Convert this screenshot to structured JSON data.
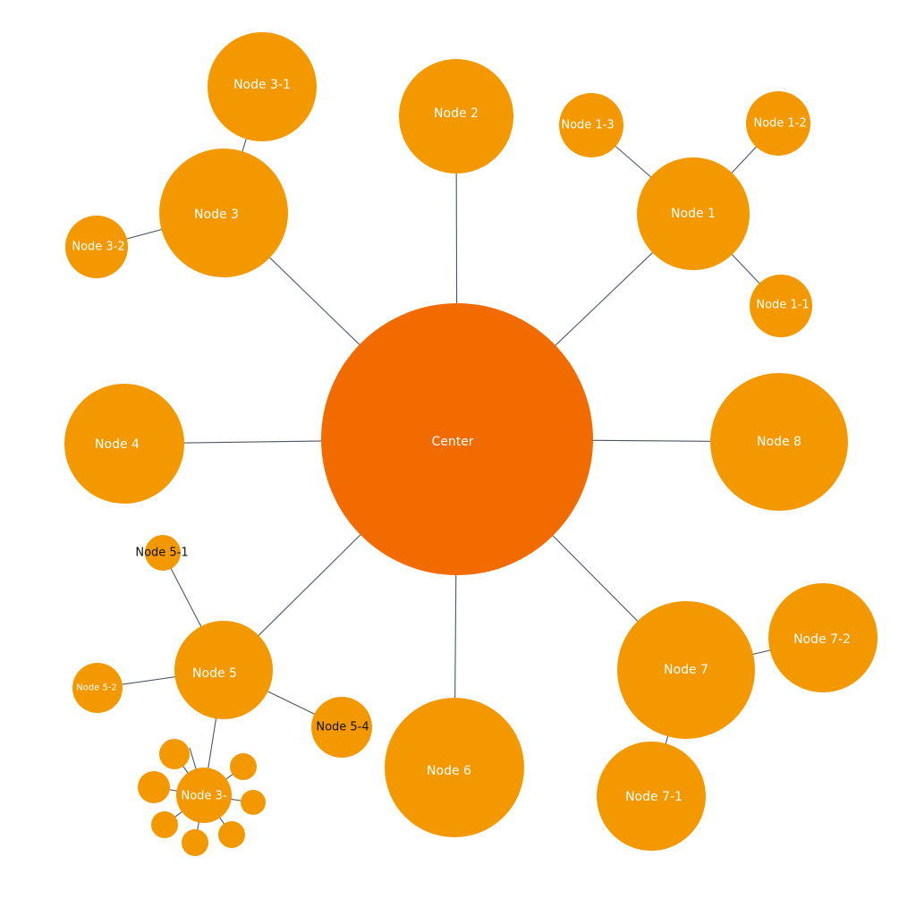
{
  "colors": {
    "center_fill": "#f26b00",
    "node_fill": "#f49800",
    "edge": "#4d5560",
    "label": "#ffffff",
    "label_dark": "#111111"
  },
  "nodes": {
    "center": {
      "label": "Center"
    },
    "node1": {
      "label": "Node 1"
    },
    "node1_1": {
      "label": "Node 1-1"
    },
    "node1_2": {
      "label": "Node 1-2"
    },
    "node1_3": {
      "label": "Node 1-3"
    },
    "node2": {
      "label": "Node 2"
    },
    "node3": {
      "label": "Node 3"
    },
    "node3_1": {
      "label": "Node 3-1"
    },
    "node3_2": {
      "label": "Node 3-2"
    },
    "node4": {
      "label": "Node 4"
    },
    "node5": {
      "label": "Node 5"
    },
    "node5_1": {
      "label": "Node 5-1"
    },
    "node5_2": {
      "label": "Node 5-2"
    },
    "node5_3": {
      "label": "Node 3-"
    },
    "node5_4": {
      "label": "Node 5-4"
    },
    "node6": {
      "label": "Node 6"
    },
    "node7": {
      "label": "Node 7"
    },
    "node7_1": {
      "label": "Node 7-1"
    },
    "node7_2": {
      "label": "Node 7-2"
    },
    "node8": {
      "label": "Node 8"
    }
  },
  "edges": [
    [
      "center",
      "node1"
    ],
    [
      "center",
      "node2"
    ],
    [
      "center",
      "node3"
    ],
    [
      "center",
      "node4"
    ],
    [
      "center",
      "node5"
    ],
    [
      "center",
      "node6"
    ],
    [
      "center",
      "node7"
    ],
    [
      "center",
      "node8"
    ],
    [
      "node1",
      "node1_1"
    ],
    [
      "node1",
      "node1_2"
    ],
    [
      "node1",
      "node1_3"
    ],
    [
      "node3",
      "node3_1"
    ],
    [
      "node3",
      "node3_2"
    ],
    [
      "node5",
      "node5_1"
    ],
    [
      "node5",
      "node5_2"
    ],
    [
      "node5",
      "node5_3"
    ],
    [
      "node5",
      "node5_4"
    ],
    [
      "node7",
      "node7_1"
    ],
    [
      "node7",
      "node7_2"
    ],
    [
      "node5_3",
      "leaf1"
    ],
    [
      "node5_3",
      "leaf2"
    ],
    [
      "node5_3",
      "leaf3"
    ],
    [
      "node5_3",
      "leaf4"
    ],
    [
      "node5_3",
      "leaf5"
    ],
    [
      "node5_3",
      "leaf6"
    ],
    [
      "node5_3",
      "leaf7"
    ],
    [
      "node5_3",
      "leaf8"
    ]
  ]
}
